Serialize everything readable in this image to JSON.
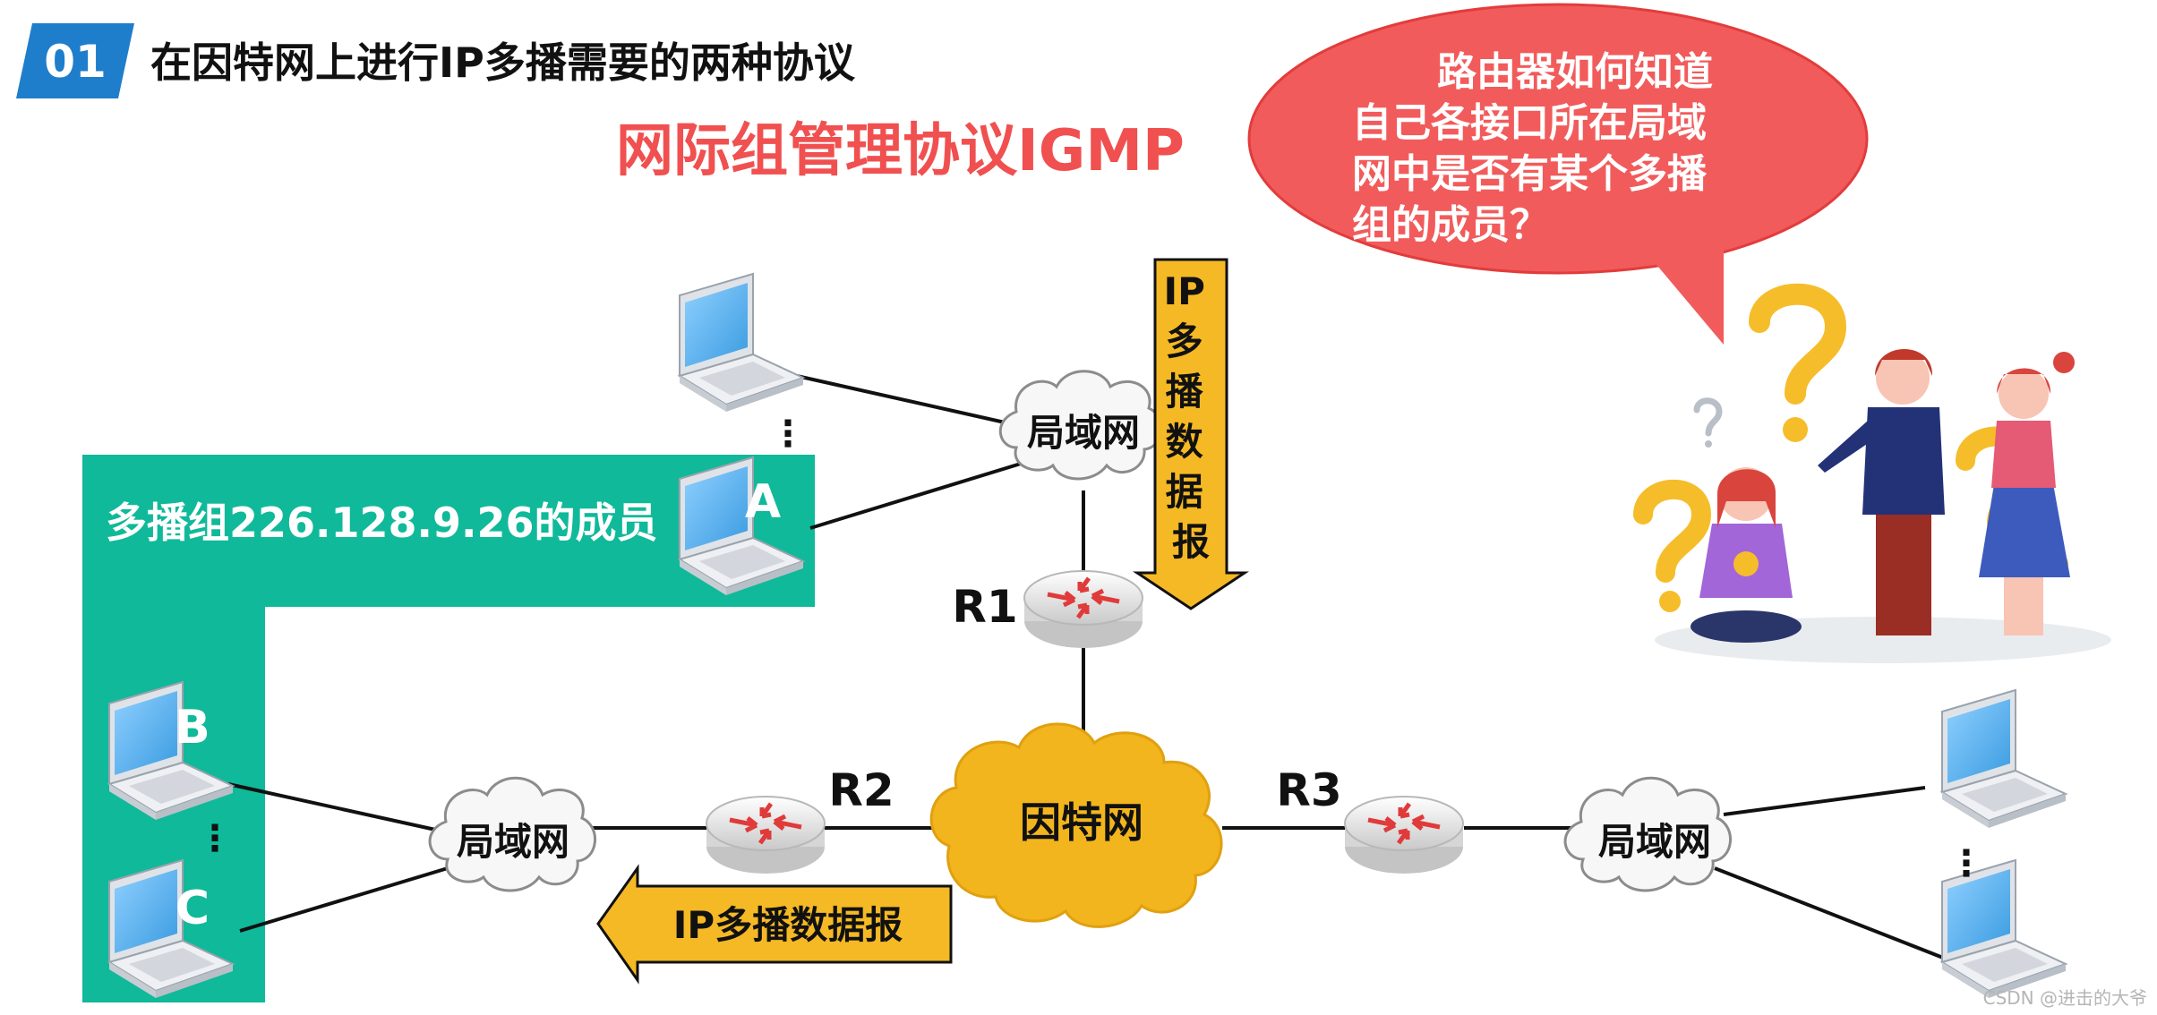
{
  "header": {
    "badge_number": "01",
    "title": "在因特网上进行IP多播需要的两种协议",
    "subtitle": "网际组管理协议IGMP"
  },
  "speech_bubble": {
    "lines": [
      "路由器如何知道",
      "自己各接口所在局域",
      "网中是否有某个多播",
      "组的成员？"
    ]
  },
  "group_label": "多播组226.128.9.26的成员",
  "hosts": {
    "a": "A",
    "b": "B",
    "c": "C"
  },
  "clouds": {
    "lan_top": "局域网",
    "lan_left": "局域网",
    "lan_right": "局域网",
    "internet": "因特网"
  },
  "routers": {
    "r1": "R1",
    "r2": "R2",
    "r3": "R3"
  },
  "datagram_vertical": [
    "IP",
    "多",
    "播",
    "数",
    "据",
    "报"
  ],
  "datagram_horizontal": "IP多播数据报",
  "ellipsis": "⋮",
  "watermark": "CSDN @进击的大爷",
  "colors": {
    "badge": "#1e7ecb",
    "accent_red": "#f0504f",
    "group_green": "#10b99a",
    "internet_orange": "#f2b51d",
    "arrow_orange": "#f5b925"
  }
}
